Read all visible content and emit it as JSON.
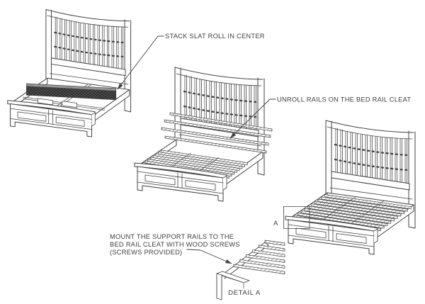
{
  "colors": {
    "background": "#ffffff",
    "line": "#414141",
    "text": "#3f3f3f",
    "slat_hatch": "#787878",
    "slat_roll_fill": "#4f4f4f",
    "slat_roll_top": "#969696"
  },
  "annotations": {
    "step1_label": "STACK SLAT ROLL IN CENTER",
    "step2_label": "UNROLL RAILS ON THE BED RAIL CLEAT",
    "step3_lines": [
      "MOUNT THE SUPPORT RAILS TO THE",
      "BED RAIL CLEAT WITH WOOD SCREWS",
      "(SCREWS PROVIDED)"
    ],
    "detail_title": "DETAIL A",
    "detail_marker": "A"
  }
}
